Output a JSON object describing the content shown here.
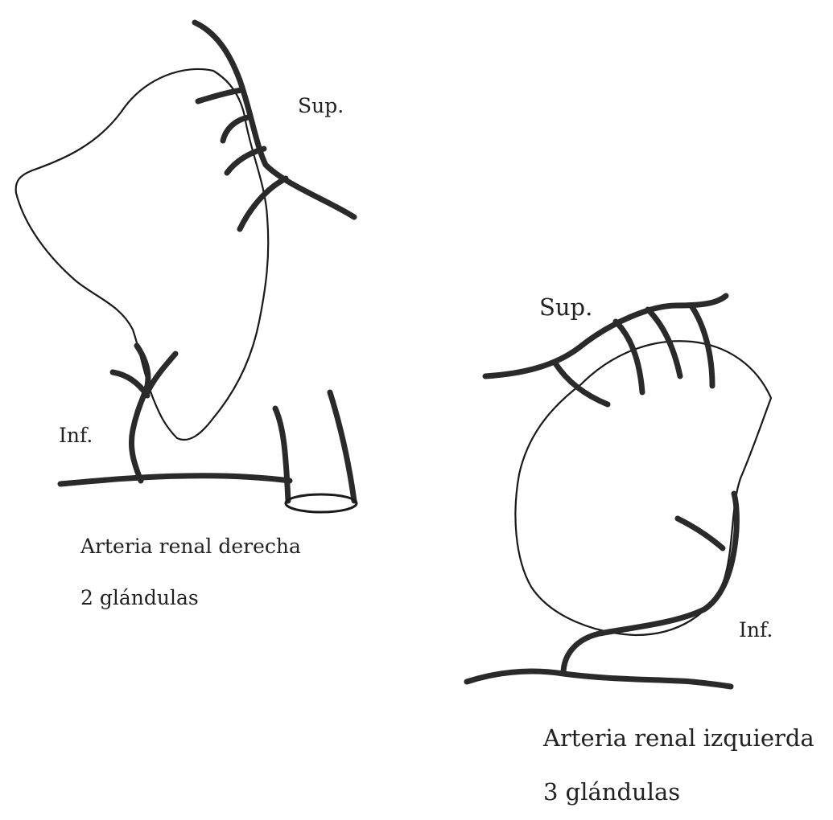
{
  "right_kidney": {
    "label_sup": "Sup.",
    "label_inf": "Inf.",
    "caption_artery": "Arteria renal derecha",
    "caption_glands": "2 glándulas"
  },
  "left_kidney": {
    "label_sup": "Sup.",
    "label_inf": "Inf.",
    "caption_artery": "Arteria renal izquierda",
    "caption_glands": "3 glándulas"
  }
}
